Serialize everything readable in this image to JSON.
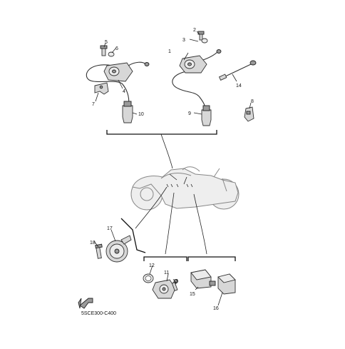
{
  "diagram": {
    "reference_code": "5SCE300-C400",
    "callouts": [
      "1",
      "2",
      "3",
      "4",
      "5",
      "6",
      "7",
      "8",
      "9",
      "10",
      "11",
      "12",
      "13",
      "14",
      "15",
      "16",
      "17",
      "18"
    ]
  }
}
